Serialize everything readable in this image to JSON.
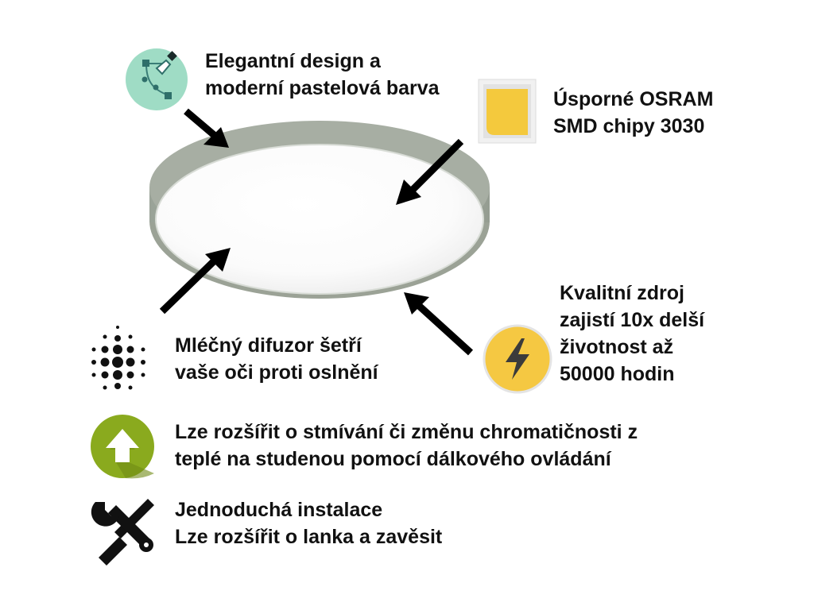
{
  "features": {
    "design": {
      "icon": "vector-pen-icon",
      "color": "#9fdcc5",
      "lines": [
        "Elegantní design a",
        "moderní pastelová barva"
      ]
    },
    "chips": {
      "icon": "led-chip-icon",
      "color": "#f4c93d",
      "lines": [
        "Úsporné OSRAM",
        "SMD chipy 3030"
      ]
    },
    "power": {
      "icon": "lightning-bolt-icon",
      "color": "#f5c842",
      "lines": [
        "Kvalitní zdroj",
        "zajistí 10x delší",
        "životnost až",
        "50000 hodin"
      ]
    },
    "diffuser": {
      "icon": "dot-pattern-icon",
      "color": "#111111",
      "lines": [
        "Mléčný difuzor šetří",
        "vaše oči proti oslnění"
      ]
    },
    "dimming": {
      "icon": "up-arrow-icon",
      "color": "#8aaa1e",
      "lines": [
        "Lze rozšířit o stmívání či změnu chromatičnosti z",
        "teplé na studenou pomocí dálkového ovládání"
      ]
    },
    "install": {
      "icon": "wrench-screwdriver-icon",
      "color": "#111111",
      "lines": [
        "Jednoduchá instalace",
        "Lze rozšířit o lanka a zavěsit"
      ]
    }
  },
  "product": {
    "name": "ceiling-light",
    "frame_color": "#a3aaa0",
    "diffuser_color": "#ffffff"
  }
}
